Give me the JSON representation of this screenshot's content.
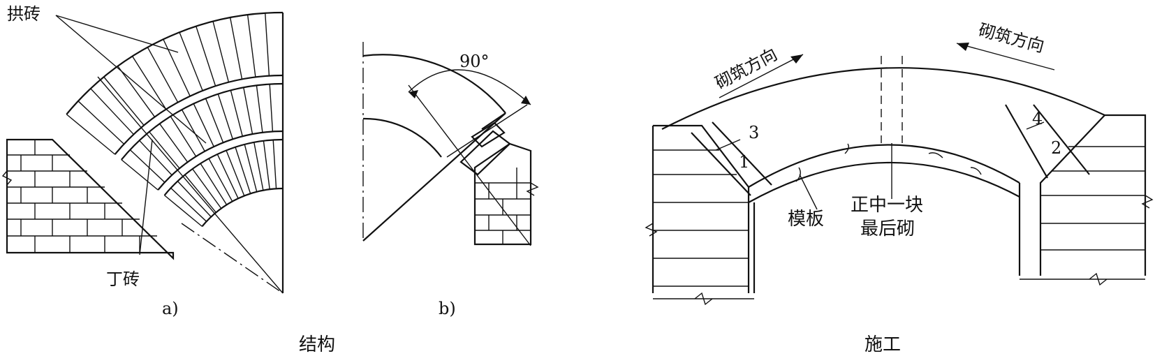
{
  "panel_a": {
    "label": "a)",
    "callout_arch_brick": "拱砖",
    "callout_header_brick": "丁砖"
  },
  "panel_b": {
    "label": "b)",
    "angle": "90°"
  },
  "panel_c": {
    "direction_left": "砌筑方向",
    "direction_right": "砌筑方向",
    "formwork": "模板",
    "keystone_line1": "正中一块",
    "keystone_line2": "最后砌",
    "seq_1": "1",
    "seq_2": "2",
    "seq_3": "3",
    "seq_4": "4"
  },
  "captions": {
    "structure": "结构",
    "construction": "施工"
  }
}
